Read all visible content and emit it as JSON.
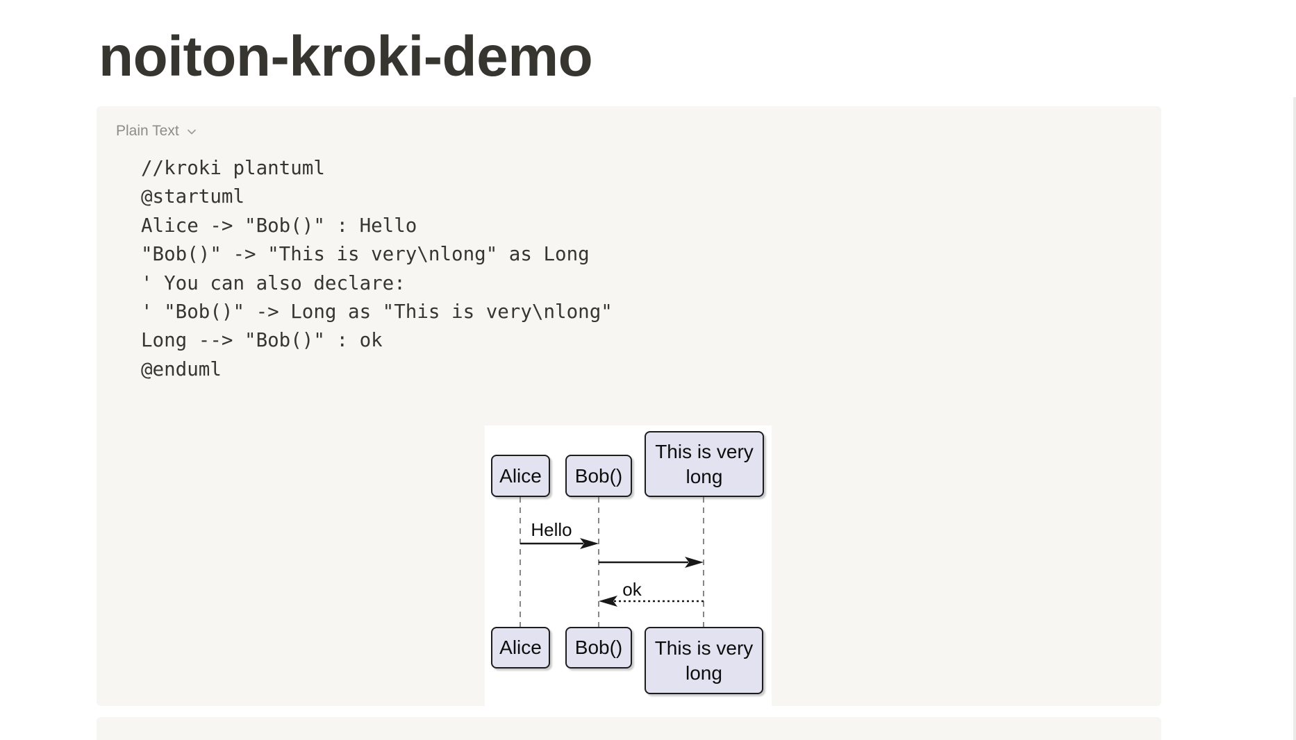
{
  "page": {
    "title": "noiton-kroki-demo"
  },
  "code_block": {
    "language_label": "Plain Text",
    "chevron_icon": "chevron-down",
    "code_lines": [
      "//kroki plantuml",
      "@startuml",
      "Alice -> \"Bob()\" : Hello",
      "\"Bob()\" -> \"This is very\\nlong\" as Long",
      "' You can also declare:",
      "' \"Bob()\" -> Long as \"This is very\\nlong\"",
      "Long --> \"Bob()\" : ok",
      "@enduml"
    ]
  },
  "diagram": {
    "type": "plantuml-sequence-diagram",
    "participants": [
      {
        "name": "Alice",
        "display": "Alice"
      },
      {
        "name": "Bob()",
        "display": "Bob()"
      },
      {
        "name": "Long",
        "display": "This is very\nlong"
      }
    ],
    "messages": [
      {
        "from": "Alice",
        "to": "Bob()",
        "label": "Hello",
        "style": "solid"
      },
      {
        "from": "Bob()",
        "to": "Long",
        "label": "",
        "style": "solid"
      },
      {
        "from": "Long",
        "to": "Bob()",
        "label": "ok",
        "style": "dotted"
      }
    ],
    "colors": {
      "participant_fill": "#e2e2f0",
      "participant_border": "#1c1c1c",
      "lifeline": "#878787",
      "arrow": "#181818",
      "canvas_background": "#ffffff"
    }
  },
  "theme": {
    "block_background": "#f7f6f3",
    "text_color": "#37352f",
    "secondary_text_color": "#8d8c87"
  }
}
